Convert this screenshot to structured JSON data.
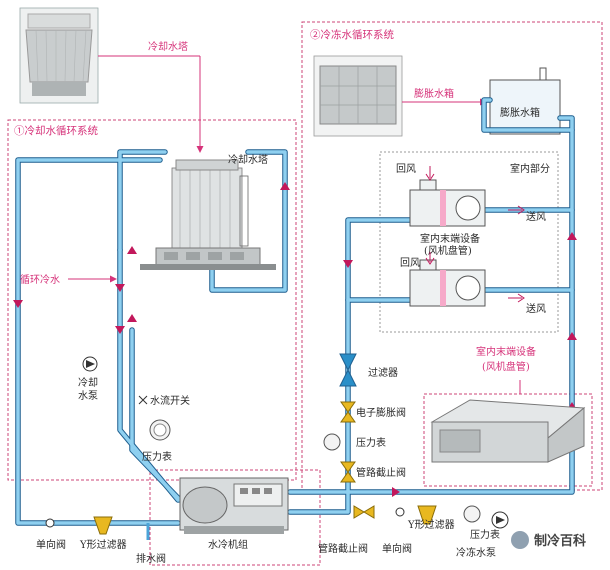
{
  "sections": {
    "cooling_water": "①冷却水循环系统",
    "chilled_water": "②冷冻水循环系统"
  },
  "callouts": {
    "cooling_tower_photo": "冷却水塔",
    "circulating_water": "循环冷水",
    "expansion_tank_photo": "膨胀水箱",
    "indoor_unit_photo": "室内末端设备",
    "indoor_unit_photo_sub": "(风机盘管)"
  },
  "labels": {
    "cooling_tower": "冷却水塔",
    "expansion_tank": "膨胀水箱",
    "indoor_part": "室内部分",
    "return_air_1": "回风",
    "return_air_2": "回风",
    "supply_air_1": "送风",
    "supply_air_2": "送风",
    "indoor_unit_line1": "室内末端设备",
    "indoor_unit_line2": "(风机盘管)",
    "filter": "过滤器",
    "electronic_expansion_valve": "电子膨胀阀",
    "pressure_gauge_right": "压力表",
    "pipe_stop_valve_right": "管路截止阀",
    "cooling_pump_line1": "冷却",
    "cooling_pump_line2": "水泵",
    "flow_switch": "水流开关",
    "pressure_gauge_left": "压力表",
    "check_valve_left": "单向阀",
    "y_strainer_left": "Y形过滤器",
    "drain_valve": "排水阀",
    "chiller_unit": "水冷机组",
    "pipe_stop_valve_bottom": "管路截止阀",
    "check_valve_bottom": "单向阀",
    "y_strainer_bottom": "Y形过滤器",
    "pressure_gauge_bottom": "压力表",
    "chilled_pump": "冷冻水泵"
  },
  "watermark": "制冷百科",
  "colors": {
    "pipe": "#4aa3d8",
    "pipe_outline": "#1f5f8f",
    "flow_arrow": "#c2185b",
    "callout": "#d6337a",
    "dashed_box": "#cc4477",
    "inner_dashed": "#999999",
    "valve_yellow": "#e8b820",
    "filter_blue": "#2a8fc8"
  }
}
